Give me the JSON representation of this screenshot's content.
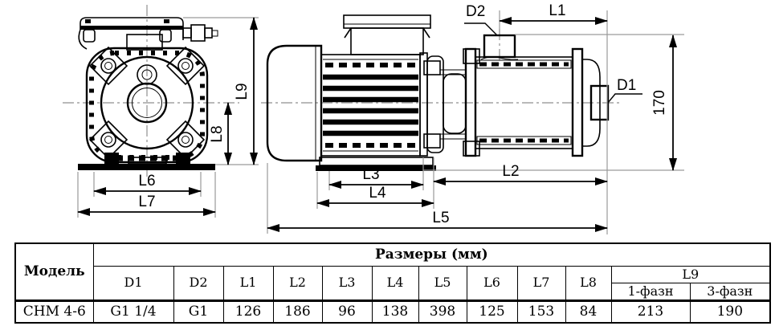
{
  "drawing": {
    "labels": {
      "l1": "L1",
      "l2": "L2",
      "l3": "L3",
      "l4": "L4",
      "l5": "L5",
      "l6": "L6",
      "l7": "L7",
      "l8": "L8",
      "l9": "L9",
      "d1": "D1",
      "d2": "D2",
      "height": "170"
    }
  },
  "table": {
    "model_header": "Модель",
    "sizes_header": "Размеры (мм)",
    "dim_columns": [
      "D1",
      "D2",
      "L1",
      "L2",
      "L3",
      "L4",
      "L5",
      "L6",
      "L7",
      "L8"
    ],
    "l9_header": "L9",
    "l9_subcolumns": [
      "1-фазн",
      "3-фазн"
    ],
    "rows": [
      {
        "model": "CHM 4-6",
        "values": [
          "G1 1/4",
          "G1",
          "126",
          "186",
          "96",
          "138",
          "398",
          "125",
          "153",
          "84",
          "213",
          "190"
        ]
      }
    ]
  }
}
